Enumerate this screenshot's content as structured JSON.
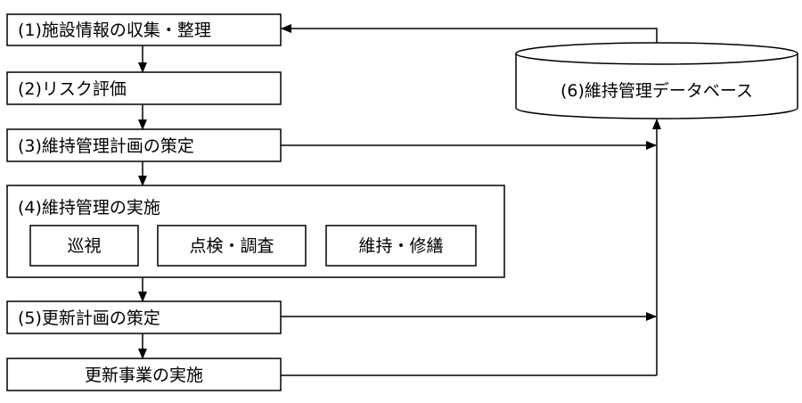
{
  "diagram": {
    "steps": {
      "s1": "(1)施設情報の収集・整理",
      "s2": "(2)リスク評価",
      "s3": "(3)維持管理計画の策定",
      "s4": "(4)維持管理の実施",
      "s5": "(5)更新計画の策定",
      "s6": "更新事業の実施"
    },
    "sub_steps": [
      "巡視",
      "点検・調査",
      "維持・修繕"
    ],
    "database": "(6)維持管理データベース"
  }
}
